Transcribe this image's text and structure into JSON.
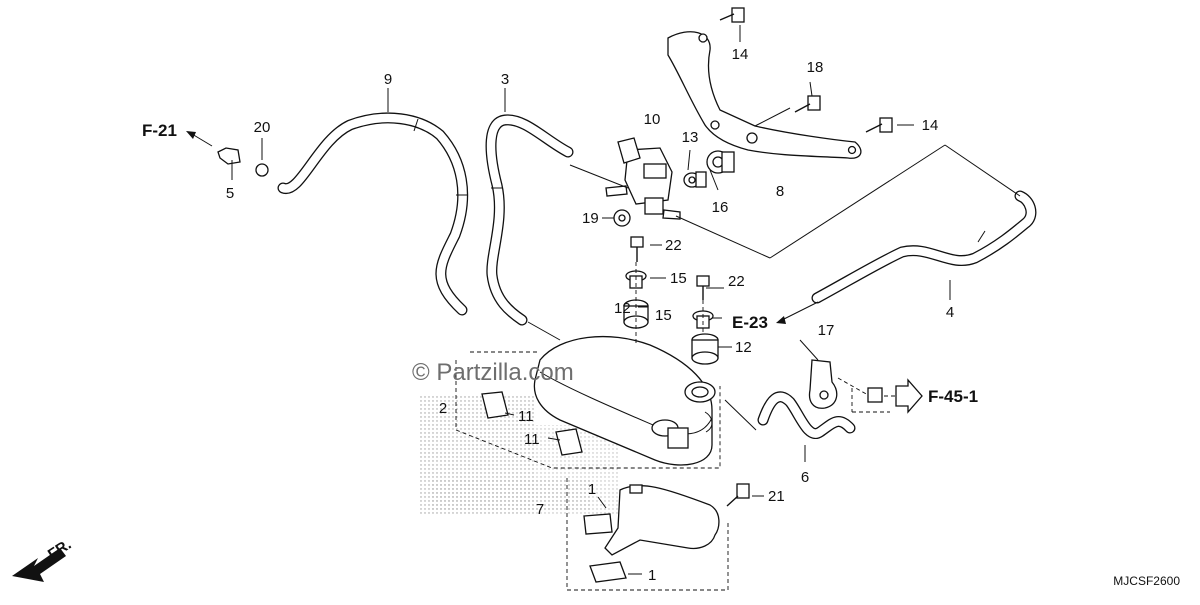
{
  "diagram": {
    "part_numbers": {
      "p1a": "1",
      "p1b": "1",
      "p2": "2",
      "p3": "3",
      "p4": "4",
      "p5": "5",
      "p6": "6",
      "p7": "7",
      "p8": "8",
      "p9": "9",
      "p10": "10",
      "p11a": "11",
      "p11b": "11",
      "p12a": "12",
      "p12b": "12",
      "p13": "13",
      "p14a": "14",
      "p14b": "14",
      "p15a": "15",
      "p15b": "15",
      "p16": "16",
      "p17": "17",
      "p18": "18",
      "p19": "19",
      "p20": "20",
      "p21": "21",
      "p22a": "22",
      "p22b": "22"
    },
    "refs": {
      "f21": "F-21",
      "e23": "E-23",
      "f451": "F-45-1"
    },
    "watermark": "© Partzilla.com",
    "code": "MJCSF2600",
    "front": "FR."
  }
}
